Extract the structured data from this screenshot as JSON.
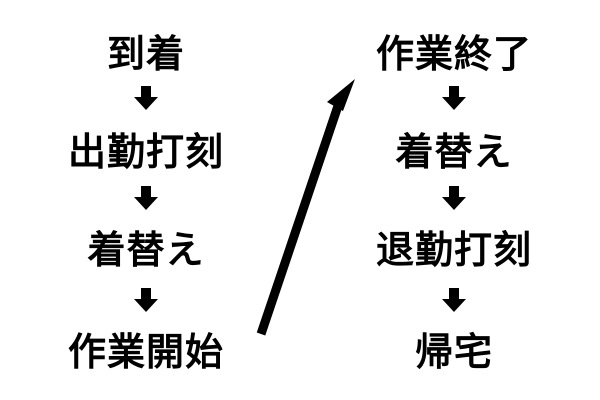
{
  "flow": {
    "left": [
      "到着",
      "出勤打刻",
      "着替え",
      "作業開始"
    ],
    "right": [
      "作業終了",
      "着替え",
      "退勤打刻",
      "帰宅"
    ]
  },
  "colors": {
    "text": "#000000",
    "arrow": "#000000",
    "background": "#ffffff"
  }
}
